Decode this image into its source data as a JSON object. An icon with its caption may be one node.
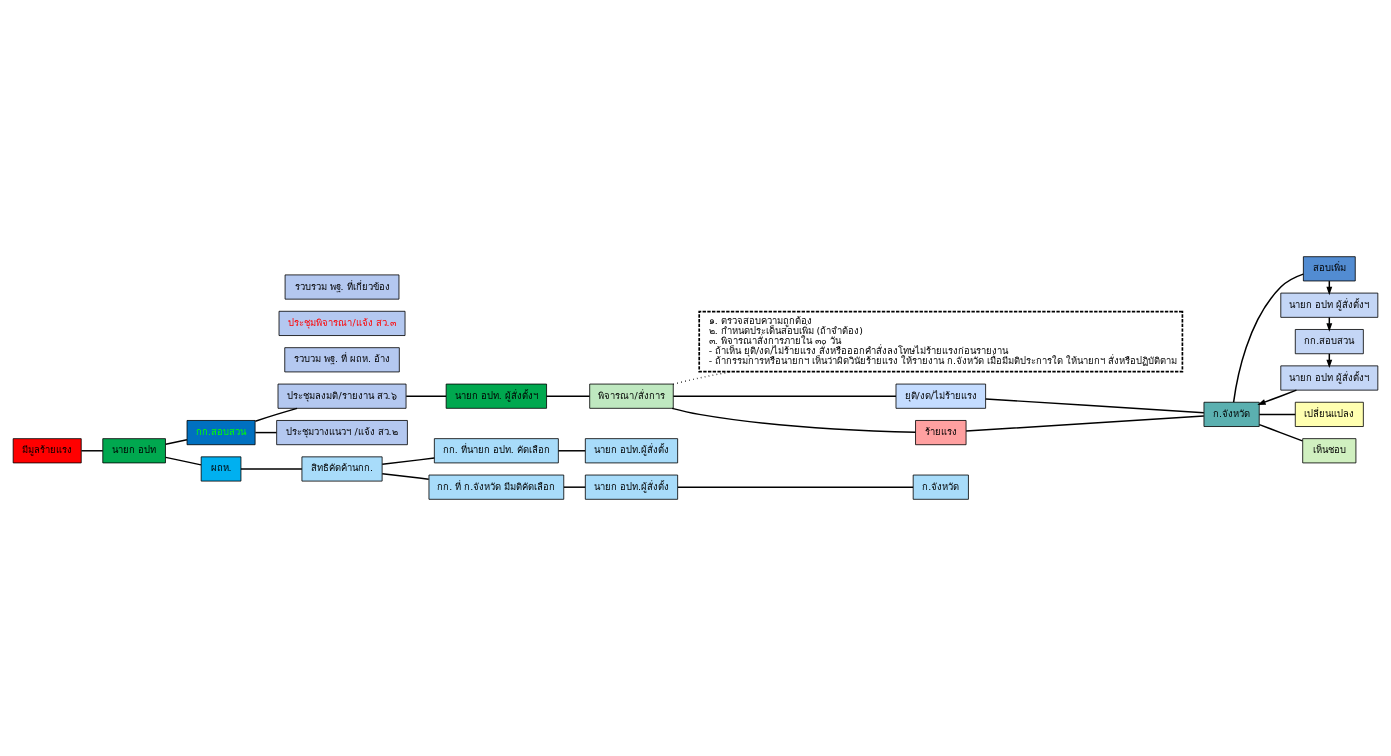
{
  "diagram": {
    "nodes": [
      {
        "text": [
          "มีมูลร้ายแรง"
        ]
      },
      {
        "text": [
          "นายก อปท"
        ]
      },
      {
        "text": [
          "กก.สอบสวน"
        ]
      },
      {
        "text": [
          "ประชุมลงมติ/รายงาน สว.๖"
        ]
      },
      {
        "text": [
          "รวบวม พฐ. ที่ ผถห. อ้าง"
        ]
      },
      {
        "text": [
          "ประชุมพิจารณา/แจ้ง สว.๓"
        ]
      },
      {
        "text": [
          "รวบรวม พฐ. ที่เกี่ยวข้อง"
        ]
      },
      {
        "text": [
          "ประชุมวางแนวฯ /แจ้ง สว.๒"
        ]
      },
      {
        "text": [
          "๑. ตรวจสอบความถูกต้อง",
          "๒. กำหนดประเด็นสอบเพิ่ม (ถ้าจำต้อง)",
          "๓. พิจารณาสั่งการภายใน ๓๐ วัน",
          "- ถ้าเห็น ยุติ/งด/ไม่ร้ายแรง สั่งหรือออกคำสั่งลงโทษไม่ร้ายแรงก่อนรายงาน",
          "- ถ้ากรรมการหรือนายกฯ เห็นว่าผิดวินัยร้ายแรง ให้รายงาน ก.จังหวัด เมื่อมีมติประการใด ให้นายกฯ สั่งหรือปฏิบัติตาม"
        ]
      },
      {
        "text": [
          "นายก อปท. ผู้สั่งตั้งฯ"
        ]
      },
      {
        "text": [
          "พิจารณา/สั่งการ"
        ]
      },
      {
        "text": [
          "ยุติ/งด/ไม่ร้ายแรง"
        ]
      },
      {
        "text": [
          "ร้ายแรง"
        ]
      },
      {
        "text": [
          "ก.จังหวัด"
        ]
      },
      {
        "text": [
          "นายก อปท ผู้สั่งตั้งฯ"
        ]
      },
      {
        "text": [
          "กก.สอบสวน"
        ]
      },
      {
        "text": [
          "นายก อปท ผู้สั่งตั้งฯ"
        ]
      },
      {
        "text": [
          "สอบเพิ่ม"
        ]
      },
      {
        "text": [
          "เปลี่ยนแปลง"
        ]
      },
      {
        "text": [
          "เห็นชอบ"
        ]
      },
      {
        "text": [
          "ผถห."
        ]
      },
      {
        "text": [
          "สิทธิคัดค้านกก."
        ]
      },
      {
        "text": [
          "กก. ที่นายก อปท. คัดเลือก"
        ]
      },
      {
        "text": [
          "นายก อปท.ผู้สั่งตั้ง"
        ]
      },
      {
        "text": [
          "กก. ที่ ก.จังหวัด มีมติคัดเลือก"
        ]
      },
      {
        "text": [
          "นายก อปท.ผู้สั่งตั้ง"
        ]
      },
      {
        "text": [
          "ก.จังหวัด"
        ]
      }
    ],
    "edges": [
      {
        "from": 0,
        "to": 1,
        "arrow": "none"
      },
      {
        "from": 1,
        "to": 2,
        "arrow": "none"
      },
      {
        "from": 1,
        "to": 20,
        "arrow": "none"
      },
      {
        "from": 2,
        "to": 7,
        "arrow": "none"
      },
      {
        "from": 2,
        "to": 3,
        "arrow": "none"
      },
      {
        "from": 3,
        "to": 9,
        "arrow": "none"
      },
      {
        "from": 9,
        "to": 10,
        "arrow": "none"
      },
      {
        "from": 10,
        "to": 8,
        "arrow": "none",
        "style": "dashed"
      },
      {
        "from": 10,
        "to": 11,
        "arrow": "none"
      },
      {
        "from": 10,
        "to": 12,
        "arrow": "none"
      },
      {
        "from": 11,
        "to": 13,
        "arrow": "none"
      },
      {
        "from": 12,
        "to": 13,
        "arrow": "none"
      },
      {
        "from": 13,
        "to": 17,
        "arrow": "none"
      },
      {
        "from": 13,
        "to": 18,
        "arrow": "none"
      },
      {
        "from": 13,
        "to": 19,
        "arrow": "none"
      },
      {
        "from": 17,
        "to": 16,
        "arrow": "to"
      },
      {
        "from": 16,
        "to": 15,
        "arrow": "to"
      },
      {
        "from": 15,
        "to": 14,
        "arrow": "to"
      },
      {
        "from": 14,
        "to": 13,
        "arrow": "to"
      },
      {
        "from": 20,
        "to": 21,
        "arrow": "none"
      },
      {
        "from": 21,
        "to": 22,
        "arrow": "none"
      },
      {
        "from": 21,
        "to": 24,
        "arrow": "none"
      },
      {
        "from": 22,
        "to": 23,
        "arrow": "none"
      },
      {
        "from": 24,
        "to": 25,
        "arrow": "none"
      },
      {
        "from": 25,
        "to": 26,
        "arrow": "none"
      }
    ]
  }
}
